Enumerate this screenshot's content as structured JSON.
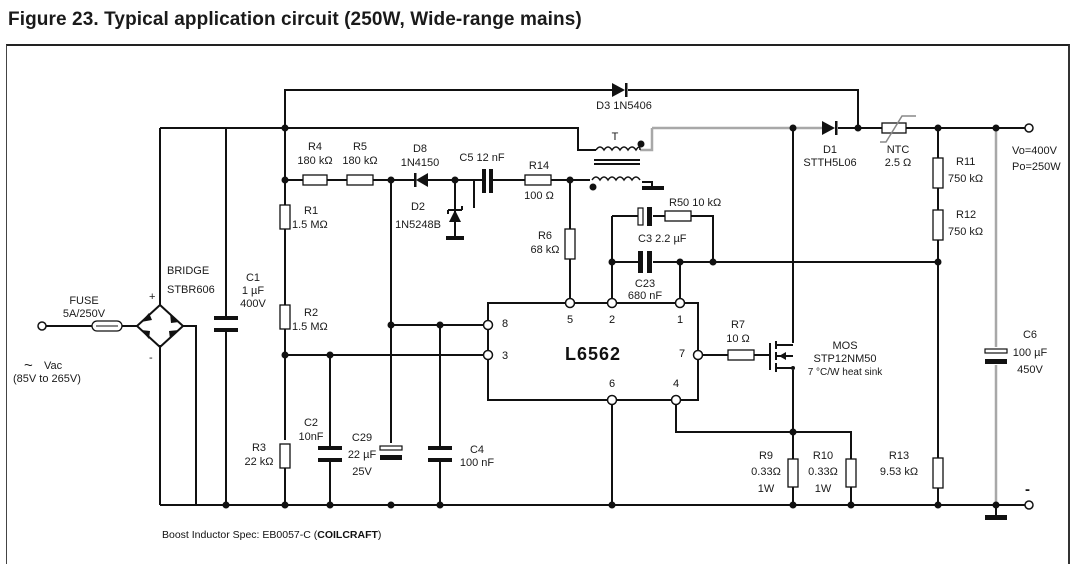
{
  "figure": {
    "title": "Figure 23. Typical application circuit (250W, Wide-range mains)",
    "footnote_prefix": "Boost Inductor Spec: EB0057-C (",
    "footnote_bold": "COILCRAFT",
    "footnote_suffix": ")"
  },
  "input": {
    "fuse_name": "FUSE",
    "fuse_rating": "5A/250V",
    "vac_symbol": "~",
    "vac_label": "Vac",
    "vac_range": "(85V to 265V)",
    "bridge_name": "BRIDGE",
    "bridge_part": "STBR606",
    "bridge_plus": "+",
    "bridge_minus": "-"
  },
  "components": {
    "C1": {
      "name": "C1",
      "value": "1 µF",
      "rating": "400V"
    },
    "R1": {
      "name": "R1",
      "value": "1.5 MΩ"
    },
    "R2": {
      "name": "R2",
      "value": "1.5 MΩ"
    },
    "R3": {
      "name": "R3",
      "value": "22 kΩ"
    },
    "R4": {
      "name": "R4",
      "value": "180 kΩ"
    },
    "R5": {
      "name": "R5",
      "value": "180 kΩ"
    },
    "D8": {
      "name": "D8",
      "value": "1N4150"
    },
    "D2": {
      "name": "D2",
      "value": "1N5248B"
    },
    "C5": {
      "label": "C5 12 nF"
    },
    "R14": {
      "name": "R14",
      "value": "100 Ω"
    },
    "T": {
      "name": "T"
    },
    "D3": {
      "label": "D3 1N5406"
    },
    "D1": {
      "name": "D1",
      "value": "STTH5L06"
    },
    "NTC": {
      "name": "NTC",
      "value": "2.5 Ω"
    },
    "R6": {
      "name": "R6",
      "value": "68 kΩ"
    },
    "R50": {
      "label": "R50  10 kΩ"
    },
    "C3": {
      "label": "C3  2.2 µF"
    },
    "C23": {
      "name": "C23",
      "value": "680 nF"
    },
    "R7": {
      "name": "R7",
      "value": "10 Ω"
    },
    "MOS": {
      "name": "MOS",
      "part": "STP12NM50",
      "note": "7 °C/W heat sink"
    },
    "R11": {
      "name": "R11",
      "value": "750 kΩ"
    },
    "R12": {
      "name": "R12",
      "value": "750 kΩ"
    },
    "R13": {
      "name": "R13",
      "value": "9.53 kΩ"
    },
    "C6": {
      "name": "C6",
      "value": "100 µF",
      "rating": "450V"
    },
    "R9": {
      "name": "R9",
      "value": "0.33Ω",
      "rating": "1W"
    },
    "R10": {
      "name": "R10",
      "value": "0.33Ω",
      "rating": "1W"
    },
    "C2": {
      "name": "C2",
      "value": "10nF"
    },
    "C29": {
      "name": "C29",
      "value": "22 µF",
      "rating": "25V"
    },
    "C4": {
      "name": "C4",
      "value": "100 nF"
    }
  },
  "ic": {
    "name": "L6562",
    "pins": {
      "p1": "1",
      "p2": "2",
      "p3": "3",
      "p4": "4",
      "p5": "5",
      "p6": "6",
      "p7": "7",
      "p8": "8"
    }
  },
  "output": {
    "vo": "Vo=400V",
    "po": "Po=250W",
    "minus": "-"
  }
}
